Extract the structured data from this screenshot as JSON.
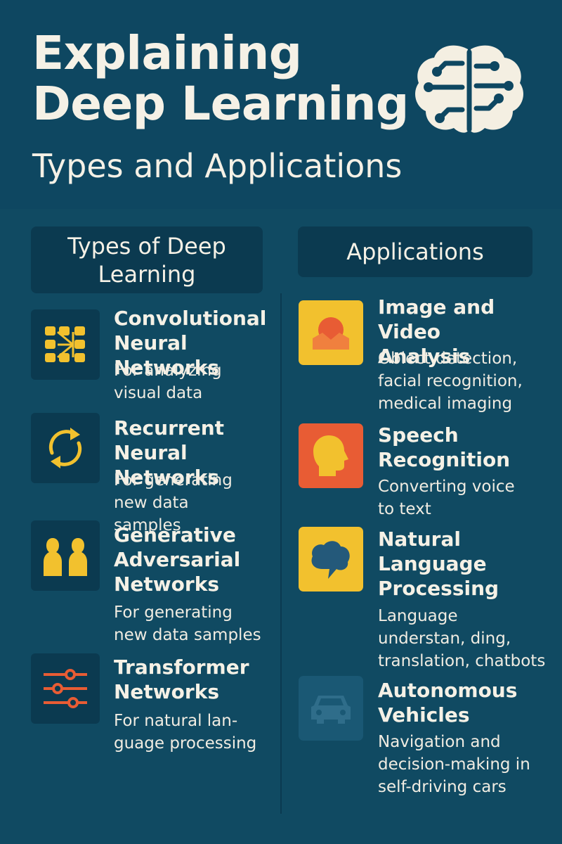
{
  "header": {
    "title": "Explaining Deep Learning",
    "subtitle": "Types and Applications",
    "brain_icon": "brain-circuit-icon"
  },
  "types": {
    "heading": "Types of Deep Learning",
    "items": [
      {
        "title": "Convolutional Neural Networks",
        "desc": "For analyzing visual data",
        "icon": "grid-network-icon"
      },
      {
        "title": "Recurrent Neural Networks",
        "desc": "For generating new data samples",
        "icon": "cycle-arrows-icon"
      },
      {
        "title": "Generative Adversarial Networks",
        "desc": "For generating new data samples",
        "icon": "two-people-icon"
      },
      {
        "title": "Transformer Networks",
        "desc": "For natural lan-guage processing",
        "icon": "sliders-icon"
      }
    ]
  },
  "applications": {
    "heading": "Applications",
    "items": [
      {
        "title": "Image and Video Analysis",
        "desc": "Obiect detection, facial recognition, medical imaging",
        "icon": "image-analysis-icon"
      },
      {
        "title": "Speech Recognition",
        "desc": "Converting voice to text",
        "icon": "head-profile-icon"
      },
      {
        "title": "Natural Language Processing",
        "desc": "Language understan, ding, translation, chatbots",
        "icon": "speech-bubble-icon"
      },
      {
        "title": "Autonomous Vehicles",
        "desc": "Navigation and decision-making in self-driving cars",
        "icon": "car-icon"
      }
    ]
  },
  "colors": {
    "background": "#0f4660",
    "panel": "#0b3a50",
    "text": "#f5f1e6",
    "yellow": "#f2c12e",
    "orange": "#e85c34",
    "teal": "#24597a"
  }
}
